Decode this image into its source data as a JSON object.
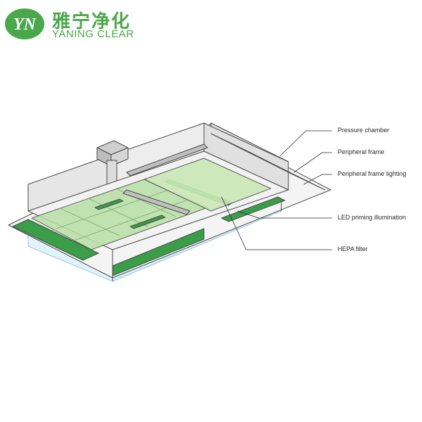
{
  "brand": {
    "name_cn": "雅宁净化",
    "name_en": "YANING CLEAR",
    "badge_text": "YN",
    "color": "#4aa84a"
  },
  "diagram": {
    "callouts": [
      {
        "id": "pressure-chamber",
        "label": "Pressure chamber"
      },
      {
        "id": "peripheral-frame",
        "label": "Peripheral frame"
      },
      {
        "id": "peripheral-frame-lighting",
        "label": "Peripheral frame lighting"
      },
      {
        "id": "led-priming-illumination",
        "label": "LED priming illumination"
      },
      {
        "id": "hepa-filter",
        "label": "HEPA filter"
      }
    ],
    "colors": {
      "green": "#3a9e48",
      "light_green": "#b8e0a6",
      "light_blue": "#cfe8f6",
      "frame_gray": "#d6d6d6",
      "line": "#4a4a4a"
    }
  }
}
